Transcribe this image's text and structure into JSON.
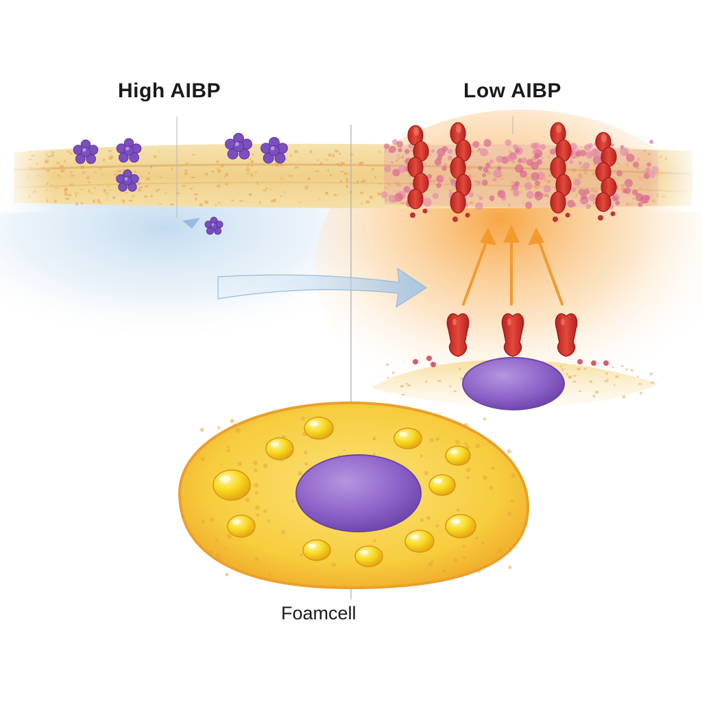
{
  "labels": {
    "left_title": "High AIBP",
    "right_title": "Low AIBP",
    "cell_caption": "Foamcell"
  },
  "colors": {
    "membrane": "#f3d99a",
    "membrane_speckle": "#e9a24a",
    "lipid_raft_pink": "#e58aa8",
    "tlr4_red": "#d8332b",
    "aibp_purple": "#7b4fc0",
    "nucleus": "#8e63c9",
    "foam_cell": "#f7cf45",
    "lipid_droplet": "#f6d21c",
    "blue_glow": "#bcd8ee",
    "orange_glow": "#f7a23c",
    "arrow_blue": "#a9c9e8",
    "arrow_orange": "#f29a2e"
  },
  "icons": {
    "aibp": "aibp-protein-cluster-icon",
    "tlr4": "tlr4-receptor-icon",
    "lipid": "lipid-droplet-icon"
  }
}
